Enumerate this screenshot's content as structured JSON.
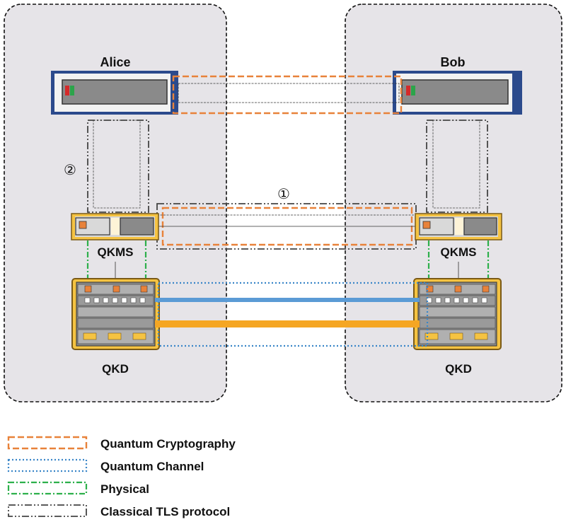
{
  "nodes": {
    "alice": "Alice",
    "bob": "Bob",
    "qkms_left": "QKMS",
    "qkms_right": "QKMS",
    "qkd_left": "QKD",
    "qkd_right": "QKD"
  },
  "markers": {
    "one": "①",
    "two": "②"
  },
  "legend": [
    {
      "label": "Quantum Cryptography",
      "color": "#e8823a",
      "style": "dashed"
    },
    {
      "label": "Quantum Channel",
      "color": "#3a86c8",
      "style": "dotted"
    },
    {
      "label": "Physical",
      "color": "#2db04b",
      "style": "dash-dot"
    },
    {
      "label": "Classical TLS protocol",
      "color": "#444444",
      "style": "dash-dot-dot"
    }
  ],
  "colors": {
    "zone_fill": "#e6e4e8",
    "server_frame": "#2b4a8c",
    "device_frame": "#7a5a16",
    "device_face": "#d9d9d9",
    "accent_orange": "#e8823a",
    "accent_yellow": "#f5c342",
    "fiber_blue": "#5b9bd5",
    "fiber_orange": "#f5a623"
  }
}
